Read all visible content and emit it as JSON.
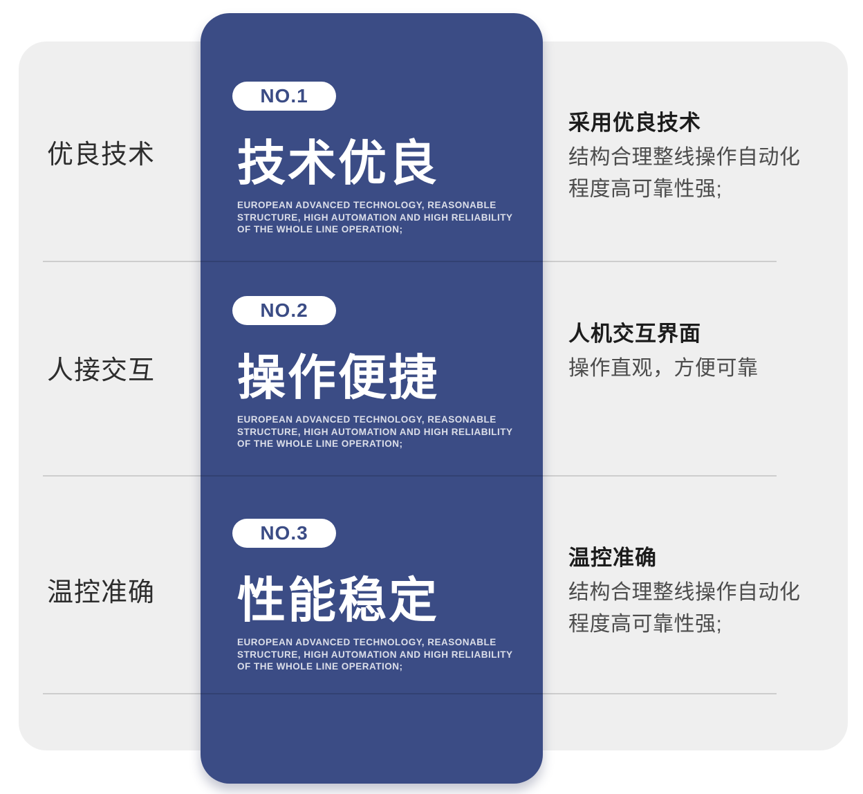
{
  "colors": {
    "accent_blue": "#3b4c85",
    "panel_gray": "#efefef",
    "page_background": "#ffffff",
    "card_text": "#ffffff",
    "left_label_text": "#2d2d2d",
    "right_title_text": "#1c1c1c",
    "right_body_text": "#4c4c4c"
  },
  "sections": [
    {
      "left_label": "优良技术",
      "badge": "NO.1",
      "card_title": "技术优良",
      "card_subtitle": "EUROPEAN ADVANCED TECHNOLOGY, REASONABLE\nSTRUCTURE, HIGH AUTOMATION AND HIGH RELIABILITY\nOF THE WHOLE LINE OPERATION;",
      "right_title": "采用优良技术",
      "right_body": "结构合理整线操作自动化\n程度高可靠性强;"
    },
    {
      "left_label": "人接交互",
      "badge": "NO.2",
      "card_title": "操作便捷",
      "card_subtitle": "EUROPEAN ADVANCED TECHNOLOGY, REASONABLE\nSTRUCTURE, HIGH AUTOMATION AND HIGH RELIABILITY\nOF THE WHOLE LINE OPERATION;",
      "right_title": "人机交互界面",
      "right_body": "操作直观，方便可靠"
    },
    {
      "left_label": "温控准确",
      "badge": "NO.3",
      "card_title": "性能稳定",
      "card_subtitle": "EUROPEAN ADVANCED TECHNOLOGY, REASONABLE\nSTRUCTURE, HIGH AUTOMATION AND HIGH RELIABILITY\nOF THE WHOLE LINE OPERATION;",
      "right_title": "温控准确",
      "right_body": "结构合理整线操作自动化\n程度高可靠性强;"
    }
  ]
}
